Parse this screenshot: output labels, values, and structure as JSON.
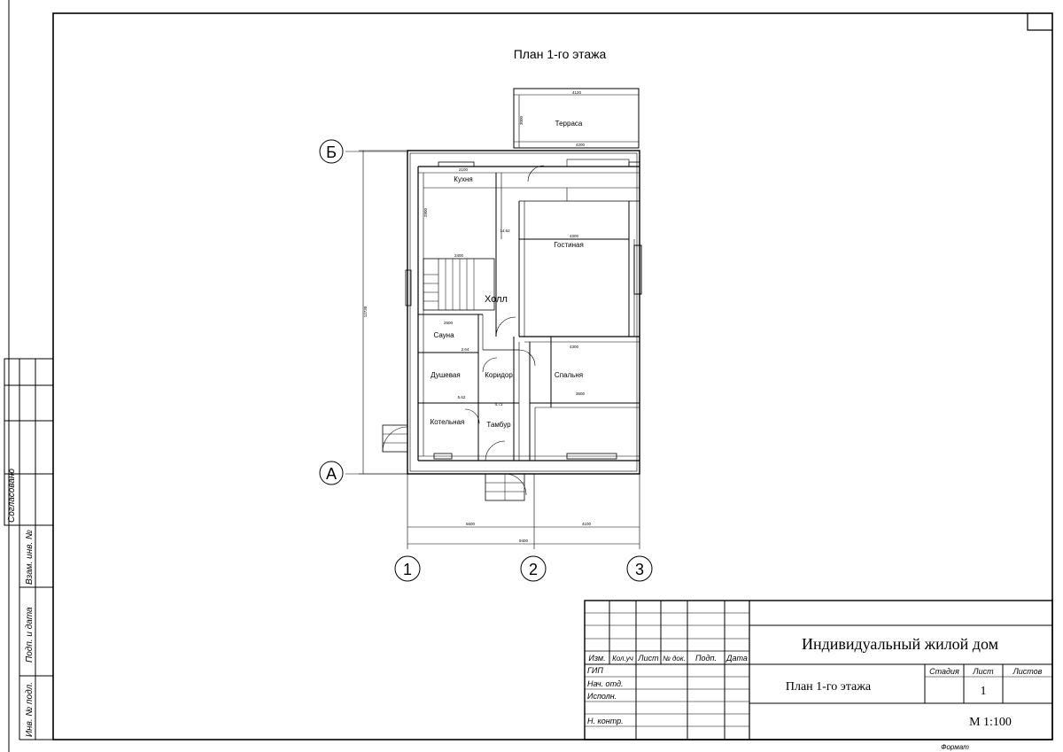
{
  "sheet": {
    "title": "План 1-го этажа",
    "format_label": "Формат",
    "agreed_label": "Согласовано",
    "side_labels": [
      "Взам. инв. №",
      "Подп. и дата",
      "Инв. № подл."
    ]
  },
  "plan": {
    "axes": {
      "rows": [
        "Б",
        "А"
      ],
      "cols": [
        "1",
        "2",
        "3"
      ]
    },
    "rooms": {
      "terrace": "Терраса",
      "kitchen": "Кухня",
      "living": "Гостиная",
      "hall": "Холл",
      "sauna": "Сауна",
      "shower": "Душевая",
      "corridor": "Коридор",
      "bedroom": "Спальня",
      "boiler": "Котельная",
      "vestibule": "Тамбур"
    },
    "dimensions": {
      "terrace_top": "4120",
      "terrace_height": "3000",
      "terrace_bottom": "4200",
      "kitchen_width": "2100",
      "kitchen_height": "2900",
      "living_width": "4300",
      "hall_stair": "2400",
      "sauna_width": "2600",
      "bedroom_width": "4300",
      "bedroom_bottom": "3600",
      "total_height": "12730",
      "axis_1_2": "5600",
      "axis_2_3": "4100",
      "overall": "9400",
      "area_hall": "14.62",
      "area_sauna": "2.64",
      "area_shower": "5.62",
      "area_vest": "4.73"
    }
  },
  "title_block": {
    "project_name": "Индивидуальный жилой дом",
    "sheet_name": "План 1-го этажа",
    "stage_label": "Стадия",
    "sheet_label": "Лист",
    "sheets_label": "Листов",
    "sheet_number": "1",
    "scale": "М 1:100",
    "col_headers": [
      "Изм.",
      "Кол.уч",
      "Лист",
      "№ док.",
      "Подп.",
      "Дата"
    ],
    "roles": [
      "ГИП",
      "Нач. отд.",
      "Исполн.",
      "",
      "Н. контр."
    ]
  }
}
